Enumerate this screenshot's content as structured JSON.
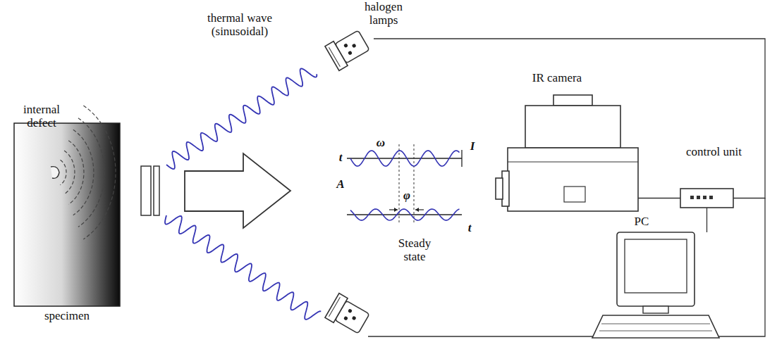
{
  "diagram": {
    "nodes": [
      {
        "text": [
          "specimen"
        ]
      },
      {
        "text": [
          "halogen lamps"
        ]
      },
      {
        "text": [
          "IR camera"
        ]
      },
      {
        "text": [
          "control unit"
        ]
      },
      {
        "text": [
          "PC"
        ]
      }
    ],
    "edges": [
      {
        "from": 1,
        "to": 3,
        "arrow": "none"
      },
      {
        "from": 2,
        "to": 3,
        "arrow": "none"
      },
      {
        "from": 3,
        "to": 4,
        "arrow": "none"
      }
    ],
    "labels": [
      "internal defect",
      "thermal wave (sinusoidal)",
      "ω",
      "t",
      "I",
      "A",
      "φ",
      "t",
      "Steady state"
    ]
  }
}
